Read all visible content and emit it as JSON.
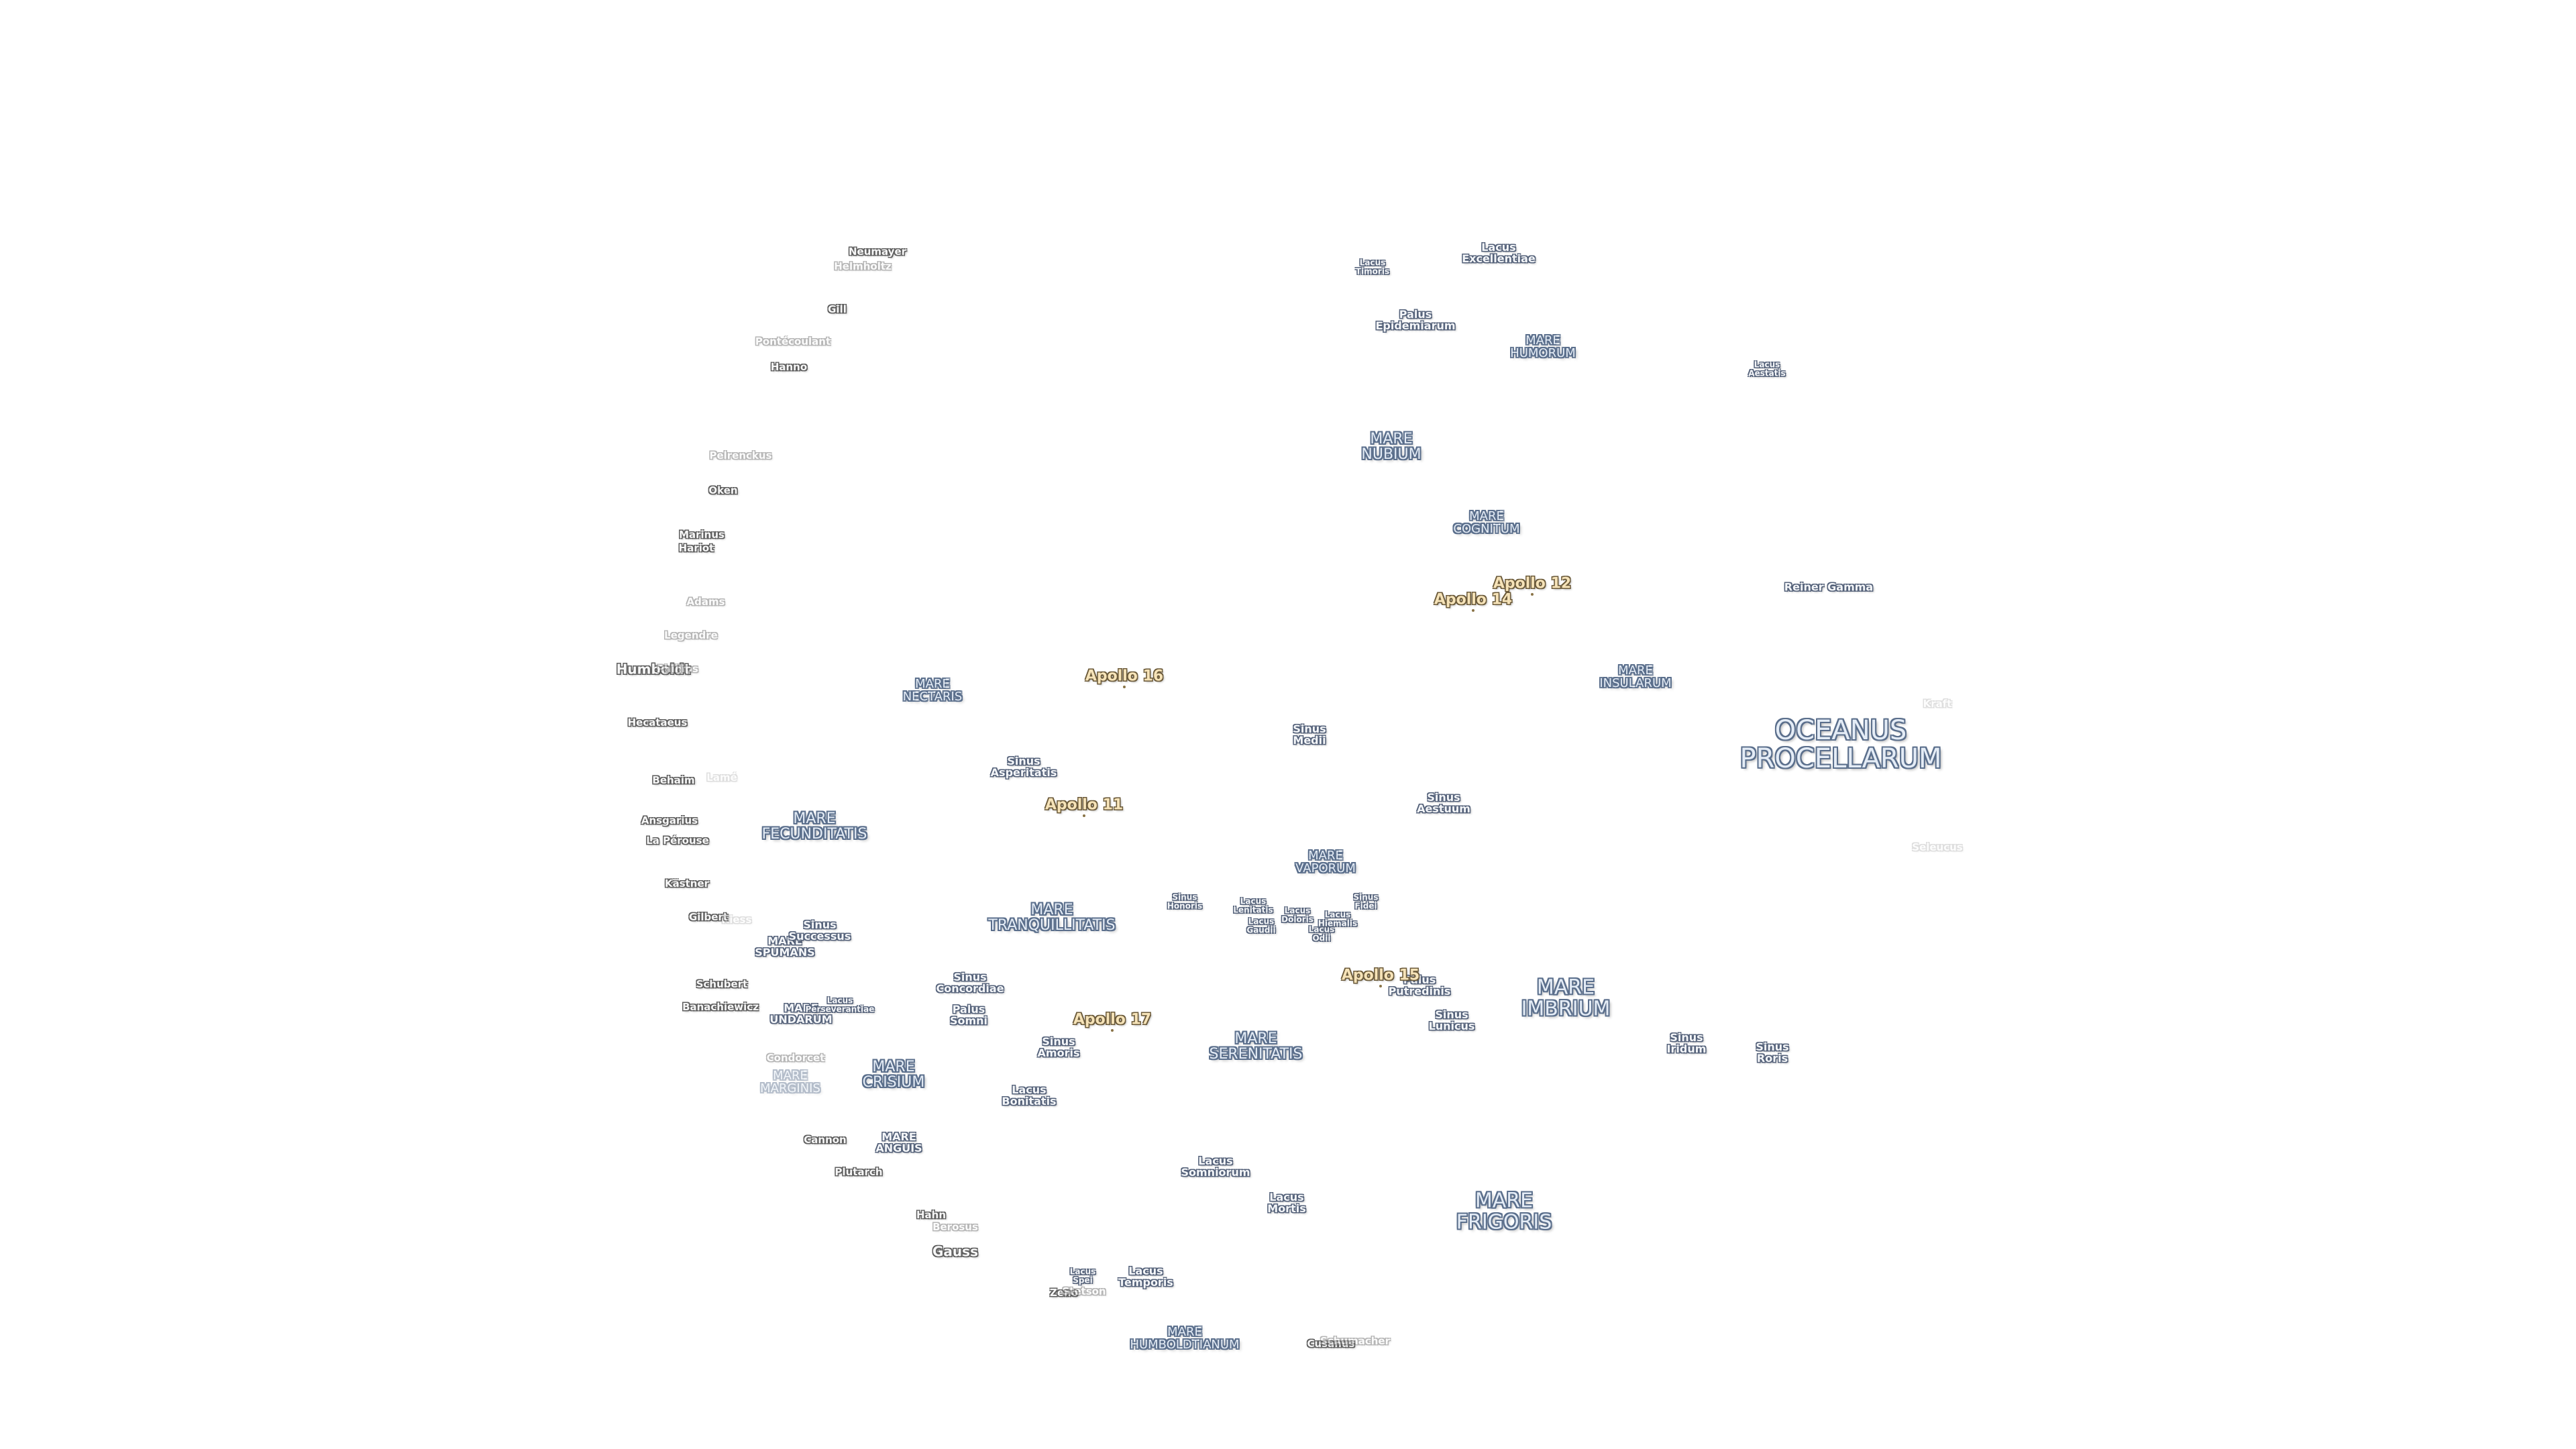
{
  "features": [
    {
      "name": "OCEANUS\nPROCELLARUM",
      "kind": "mare",
      "size": "xl",
      "at": "far-east"
    },
    {
      "name": "MARE\nIMBRIUM",
      "kind": "mare",
      "size": "l"
    },
    {
      "name": "MARE\nFRIGORIS",
      "kind": "mare",
      "size": "l"
    },
    {
      "name": "MARE\nSERENITATIS",
      "kind": "mare",
      "size": "m"
    },
    {
      "name": "MARE\nTRANQUILLITATIS",
      "kind": "mare",
      "size": "m"
    },
    {
      "name": "MARE\nCRISIUM",
      "kind": "mare",
      "size": "m"
    },
    {
      "name": "MARE\nFECUNDITATIS",
      "kind": "mare",
      "size": "m"
    },
    {
      "name": "MARE\nNECTARIS",
      "kind": "mare",
      "size": "s"
    },
    {
      "name": "MARE\nNUBIUM",
      "kind": "mare",
      "size": "m"
    },
    {
      "name": "MARE\nHUMORUM",
      "kind": "mare",
      "size": "s"
    },
    {
      "name": "MARE\nCOGNITUM",
      "kind": "mare",
      "size": "s"
    },
    {
      "name": "MARE\nINSULARUM",
      "kind": "mare",
      "size": "s"
    },
    {
      "name": "MARE\nVAPORUM",
      "kind": "mare",
      "size": "s"
    },
    {
      "name": "MARE\nHUMBOLDTIANUM",
      "kind": "mare",
      "size": "s"
    },
    {
      "name": "MARE\nMARGINIS",
      "kind": "mare",
      "size": "s",
      "faded": true
    },
    {
      "name": "MARE\nSPUMANS",
      "kind": "minor"
    },
    {
      "name": "MARE\nUNDARUM",
      "kind": "minor"
    },
    {
      "name": "MARE\nANGUIS",
      "kind": "minor"
    },
    {
      "name": "Sinus\nMedii",
      "kind": "minor"
    },
    {
      "name": "Sinus\nAestuum",
      "kind": "minor"
    },
    {
      "name": "Sinus\nIridum",
      "kind": "minor"
    },
    {
      "name": "Sinus\nRoris",
      "kind": "minor"
    },
    {
      "name": "Sinus\nAsperitatis",
      "kind": "minor"
    },
    {
      "name": "Sinus\nConcordiae",
      "kind": "minor"
    },
    {
      "name": "Sinus\nAmoris",
      "kind": "minor"
    },
    {
      "name": "Sinus\nSuccessus",
      "kind": "minor"
    },
    {
      "name": "Sinus\nLunicus",
      "kind": "minor"
    },
    {
      "name": "Sinus\nHonoris",
      "kind": "minor"
    },
    {
      "name": "Sinus\nFidei",
      "kind": "minor"
    },
    {
      "name": "Lacus\nSomniorum",
      "kind": "minor"
    },
    {
      "name": "Lacus\nMortis",
      "kind": "minor"
    },
    {
      "name": "Lacus\nTemporis",
      "kind": "minor"
    },
    {
      "name": "Lacus\nSpei",
      "kind": "minor"
    },
    {
      "name": "Lacus\nBonitatis",
      "kind": "minor"
    },
    {
      "name": "Lacus\nTimoris",
      "kind": "minor"
    },
    {
      "name": "Lacus\nExcellentiae",
      "kind": "minor"
    },
    {
      "name": "Lacus\nAestatis",
      "kind": "minor"
    },
    {
      "name": "Lacus\nLenitatis",
      "kind": "minor"
    },
    {
      "name": "Lacus\nGaudii",
      "kind": "minor"
    },
    {
      "name": "Lacus\nDoloris",
      "kind": "minor"
    },
    {
      "name": "Lacus\nOdii",
      "kind": "minor"
    },
    {
      "name": "Lacus\nHiemalis",
      "kind": "minor"
    },
    {
      "name": "Lacus\nPerseverantiae",
      "kind": "minor"
    },
    {
      "name": "Palus\nEpidemiarum",
      "kind": "minor"
    },
    {
      "name": "Palus\nPutredinis",
      "kind": "minor"
    },
    {
      "name": "Palus\nSomni",
      "kind": "minor"
    },
    {
      "name": "Reiner Gamma",
      "kind": "minor"
    },
    {
      "name": "Apollo 11",
      "kind": "apollo"
    },
    {
      "name": "Apollo 12",
      "kind": "apollo"
    },
    {
      "name": "Apollo 14",
      "kind": "apollo"
    },
    {
      "name": "Apollo 15",
      "kind": "apollo"
    },
    {
      "name": "Apollo 16",
      "kind": "apollo"
    },
    {
      "name": "Apollo 17",
      "kind": "apollo"
    },
    {
      "name": "Neumayer",
      "kind": "crater"
    },
    {
      "name": "Helmholtz",
      "kind": "crater",
      "faded": true
    },
    {
      "name": "Gill",
      "kind": "crater"
    },
    {
      "name": "Pontécoulant",
      "kind": "crater",
      "faded": true
    },
    {
      "name": "Hanno",
      "kind": "crater"
    },
    {
      "name": "Pelrenckus",
      "kind": "crater",
      "faded": true
    },
    {
      "name": "Oken",
      "kind": "crater"
    },
    {
      "name": "Marinus",
      "kind": "crater"
    },
    {
      "name": "Hariot",
      "kind": "crater"
    },
    {
      "name": "Adams",
      "kind": "crater",
      "faded": true
    },
    {
      "name": "Legendre",
      "kind": "crater",
      "faded": true
    },
    {
      "name": "Humboldt",
      "kind": "crater",
      "size": "l"
    },
    {
      "name": "Phillips",
      "kind": "crater",
      "faded": true
    },
    {
      "name": "Hecataeus",
      "kind": "crater"
    },
    {
      "name": "Behaim",
      "kind": "crater"
    },
    {
      "name": "Ansgarius",
      "kind": "crater"
    },
    {
      "name": "La Pérouse",
      "kind": "crater"
    },
    {
      "name": "Kästner",
      "kind": "crater"
    },
    {
      "name": "Gilbert",
      "kind": "crater"
    },
    {
      "name": "Schubert",
      "kind": "crater"
    },
    {
      "name": "Banachiewicz",
      "kind": "crater"
    },
    {
      "name": "Condorcet",
      "kind": "crater",
      "faded": true
    },
    {
      "name": "Cannon",
      "kind": "crater"
    },
    {
      "name": "Plutarch",
      "kind": "crater"
    },
    {
      "name": "Hahn",
      "kind": "crater"
    },
    {
      "name": "Berosus",
      "kind": "crater",
      "faded": true
    },
    {
      "name": "Gauss",
      "kind": "crater",
      "size": "l"
    },
    {
      "name": "Zeno",
      "kind": "crater"
    },
    {
      "name": "Cusanus",
      "kind": "crater"
    },
    {
      "name": "Schumacher",
      "kind": "crater",
      "faded": true
    },
    {
      "name": "Stetson",
      "kind": "crater",
      "faded": true
    },
    {
      "name": "Lamé",
      "kind": "crater",
      "faint": true
    },
    {
      "name": "Kiess",
      "kind": "crater",
      "faint": true
    },
    {
      "name": "Seleucus",
      "kind": "crater",
      "faint": true
    },
    {
      "name": "Kraft",
      "kind": "crater",
      "faint": true
    }
  ]
}
